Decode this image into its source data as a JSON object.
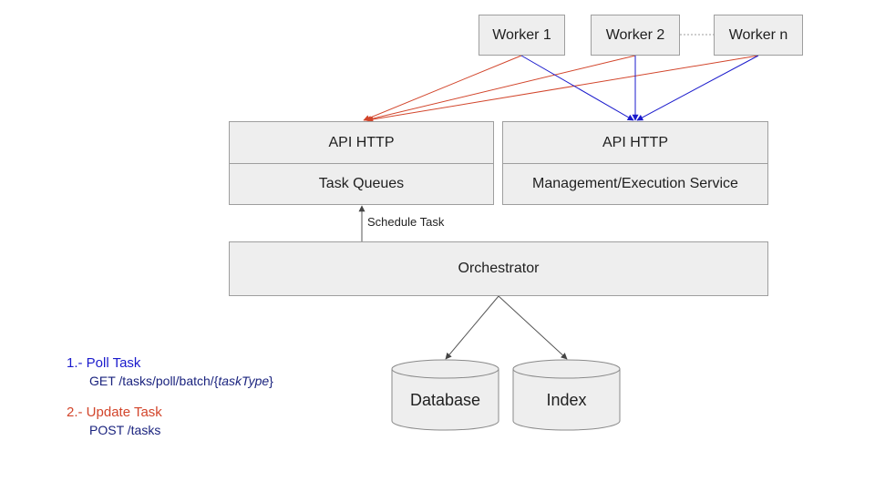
{
  "workers": {
    "w1": "Worker 1",
    "w2": "Worker 2",
    "wn": "Worker n"
  },
  "services": {
    "left_api": "API HTTP",
    "left_queues": "Task Queues",
    "right_api": "API HTTP",
    "right_mgmt": "Management/Execution Service"
  },
  "orchestrator": "Orchestrator",
  "schedule_label": "Schedule Task",
  "storage": {
    "database": "Database",
    "index": "Index"
  },
  "legend": {
    "poll_title": "1.- Poll Task",
    "poll_path_prefix": "GET /tasks/poll/batch/{",
    "poll_path_var": "taskType",
    "poll_path_suffix": "}",
    "update_title": "2.- Update Task",
    "update_path": "POST /tasks"
  },
  "colors": {
    "poll": "#1a1acc",
    "update": "#d2452b",
    "box_fill": "#eeeeee",
    "box_border": "#9e9e9e"
  }
}
